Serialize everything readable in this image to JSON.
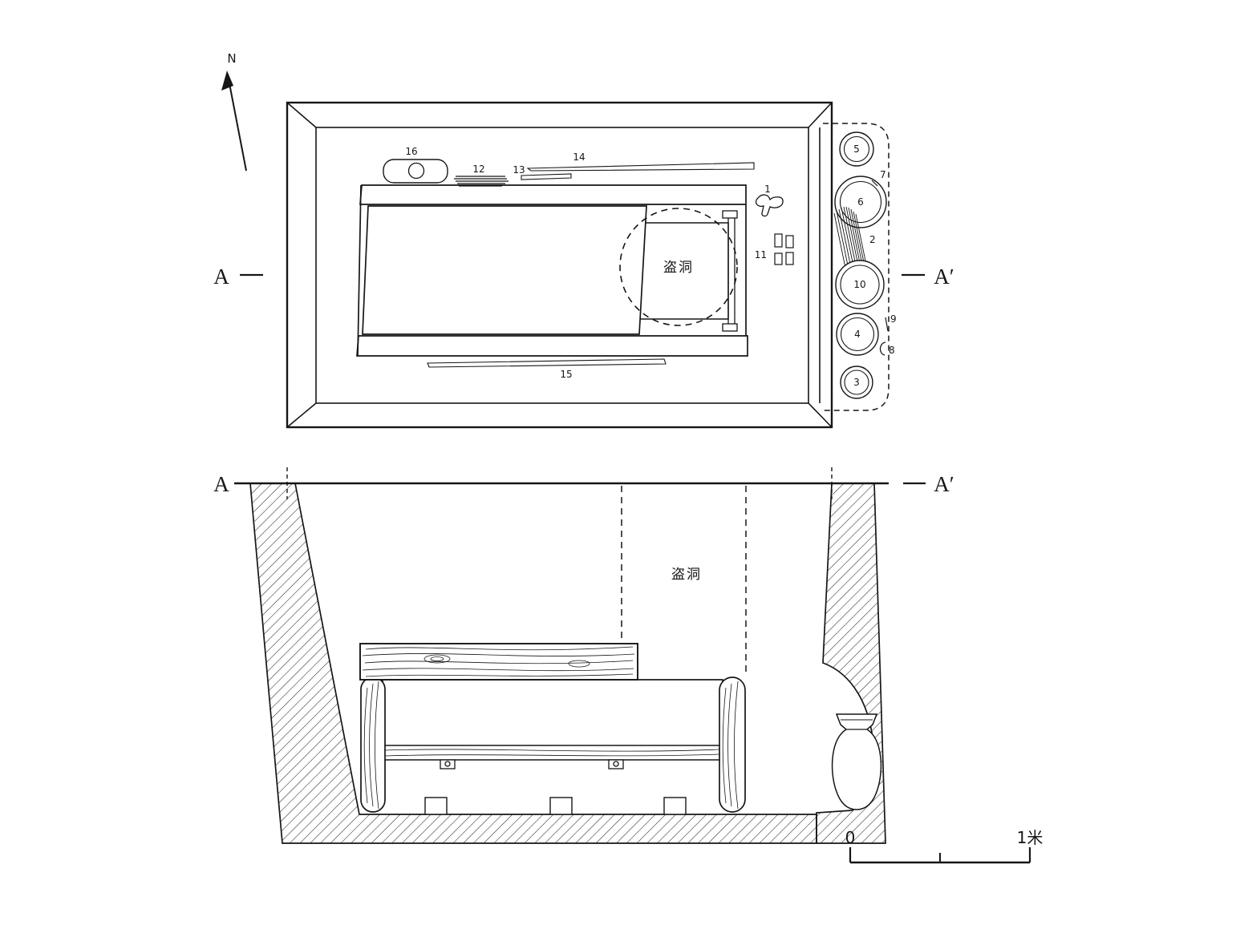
{
  "ink": "#161616",
  "paper": "#ffffff",
  "compass": {
    "label": "N"
  },
  "plan": {
    "marker_left": "A",
    "marker_right": "A′",
    "robber_hole": "盗洞",
    "labels": {
      "1": "1",
      "2": "2",
      "3": "3",
      "4": "4",
      "5": "5",
      "6": "6",
      "7": "7",
      "8": "8",
      "9": "9",
      "10": "10",
      "11": "11",
      "12": "12",
      "13": "13",
      "14": "14",
      "15": "15",
      "16": "16"
    }
  },
  "section": {
    "marker_left": "A",
    "marker_right": "A′",
    "robber_hole": "盗洞"
  },
  "scale": {
    "zero": "0",
    "unit": "1米"
  }
}
